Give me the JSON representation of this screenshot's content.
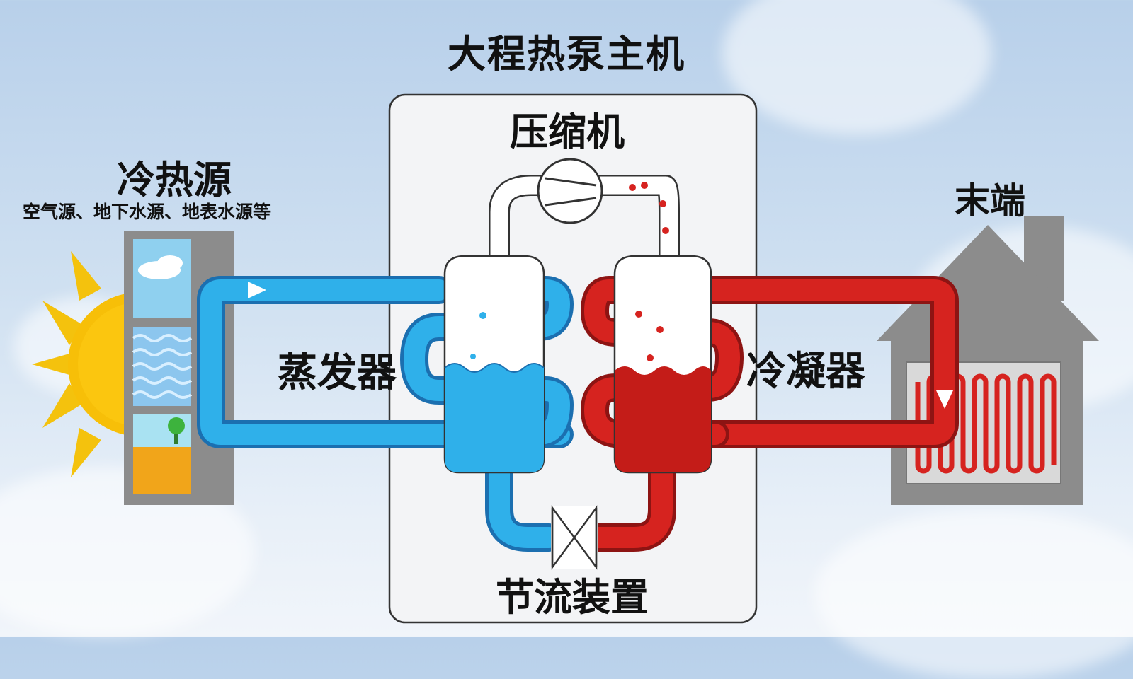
{
  "diagram": {
    "title": "大程热泵主机",
    "compressor_label": "压缩机",
    "heat_source": {
      "title": "冷热源",
      "subtitle": "空气源、地下水源、地表水源等"
    },
    "terminal_label": "末端",
    "evaporator_label": "蒸发器",
    "condenser_label": "冷凝器",
    "throttle_label": "节流装置",
    "colors": {
      "cold": "#2ba4e0",
      "cold_outline": "#1b6fb0",
      "hot": "#d6231f",
      "hot_outline": "#8d1413",
      "house": "#8c8c8c",
      "sun": "#f4c20d"
    }
  }
}
